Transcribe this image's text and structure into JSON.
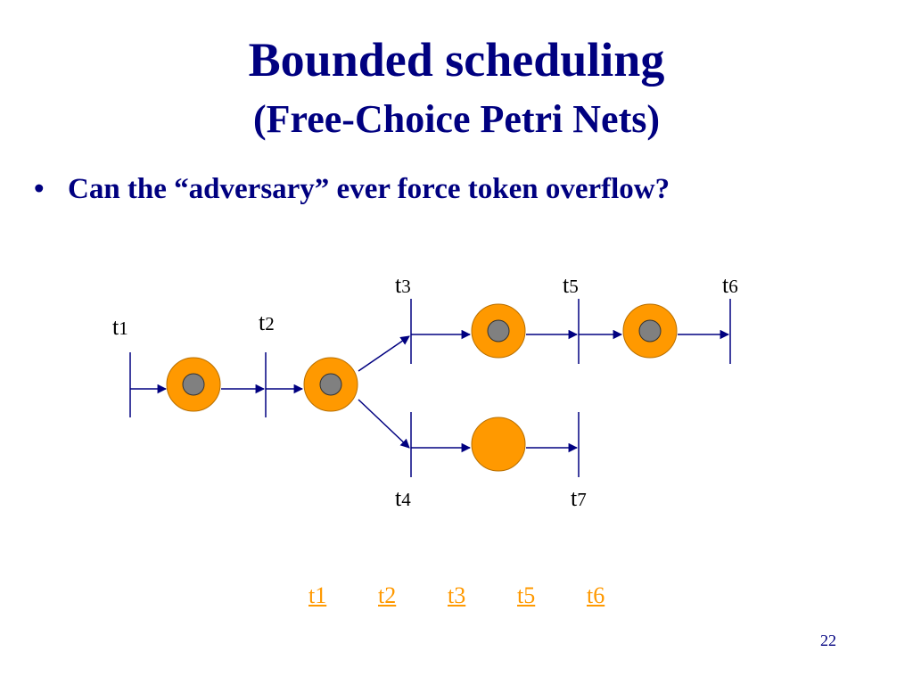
{
  "slide": {
    "title": "Bounded scheduling",
    "subtitle": "(Free-Choice Petri Nets)",
    "bullet_marker": "•",
    "bullet": "Can the “adversary” ever force token overflow?",
    "page_number": "22"
  },
  "diagram": {
    "transitions": [
      {
        "id": "t1",
        "letter": "t",
        "index": "1"
      },
      {
        "id": "t2",
        "letter": "t",
        "index": "2"
      },
      {
        "id": "t3",
        "letter": "t",
        "index": "3"
      },
      {
        "id": "t4",
        "letter": "t",
        "index": "4"
      },
      {
        "id": "t5",
        "letter": "t",
        "index": "5"
      },
      {
        "id": "t6",
        "letter": "t",
        "index": "6"
      },
      {
        "id": "t7",
        "letter": "t",
        "index": "7"
      }
    ],
    "places": [
      {
        "id": "p1",
        "between": "t1-t2",
        "token": true
      },
      {
        "id": "p2",
        "between": "t2-t3/t4",
        "token": true
      },
      {
        "id": "p3",
        "between": "t3-t5",
        "token": true
      },
      {
        "id": "p4",
        "between": "t5-t6",
        "token": true
      },
      {
        "id": "p5",
        "between": "t4-t7",
        "token": false
      }
    ],
    "colors": {
      "place_fill": "#ff9900",
      "place_stroke": "#b86f00",
      "token_fill": "#808080",
      "arc": "#000080",
      "bar": "#000080"
    }
  },
  "firing_sequence": [
    "t1",
    "t2",
    "t3",
    "t5",
    "t6"
  ],
  "colors": {
    "title": "#000080",
    "sequence": "#ff9900"
  }
}
